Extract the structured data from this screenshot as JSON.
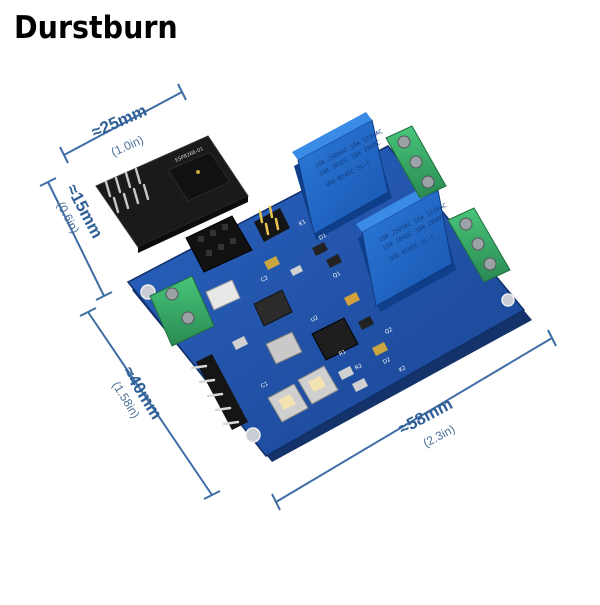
{
  "brand": {
    "label": "Durstburn"
  },
  "dimensions": {
    "width_top": {
      "main": "≈25mm",
      "sub": "(1.0in)"
    },
    "height_module": {
      "main": "≈15mm",
      "sub": "(0.6in)"
    },
    "height_board": {
      "main": "≈40mm",
      "sub": "(1.58in)"
    },
    "width_board": {
      "main": "≈58mm",
      "sub": "(2.3in)"
    }
  },
  "relay": {
    "model": "SRD-05VDC-SL-C",
    "rating_lines": [
      "10A 250VAC  10A 125VAC",
      "10A 30VDC  10A 28VDC"
    ]
  },
  "module": {
    "label": "ESP8266-01"
  },
  "silkscreen": [
    "K1",
    "K2",
    "C2",
    "U2",
    "D1",
    "D2",
    "Q1",
    "Q2",
    "R1",
    "R2",
    "C1"
  ],
  "colors": {
    "board": "#1f4fa3",
    "relay": "#1d63c4",
    "terminal": "#35a865",
    "dimension": "#2f5f96"
  }
}
